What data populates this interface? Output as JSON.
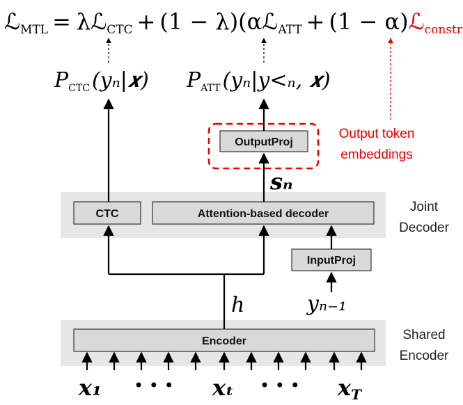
{
  "equation": {
    "lhs_symbol": "ℒ",
    "lhs_sub": "MTL",
    "eq": "=",
    "lambda": "λ",
    "term1_symbol": "ℒ",
    "term1_sub": "CTC",
    "plus1": "+",
    "one_minus_lambda": "(1 − λ)",
    "open_paren_alpha": "(α",
    "term2_symbol": "ℒ",
    "term2_sub": "ATT",
    "plus2": "+",
    "one_minus_alpha": "(1 − α)",
    "term3_symbol": "ℒ",
    "term3_sub": "constraint",
    "close_paren": ")"
  },
  "outputs": {
    "ctc_P": "P",
    "ctc_sub": "CTC",
    "ctc_args": "(yₙ|𝒙)",
    "att_P": "P",
    "att_sub": "ATT",
    "att_args": "(yₙ|y<ₙ, 𝒙)"
  },
  "boxes": {
    "output_proj": "OutputProj",
    "ctc": "CTC",
    "attention_decoder": "Attention-based decoder",
    "input_proj": "InputProj",
    "encoder": "Encoder"
  },
  "annotations": {
    "output_token_line1": "Output token",
    "output_token_line2": "embeddings",
    "joint_line1": "Joint",
    "joint_line2": "Decoder",
    "shared_line1": "Shared",
    "shared_line2": "Encoder"
  },
  "symbols": {
    "s_n": "sₙ",
    "h": "h",
    "y_prev": "yₙ₋₁",
    "x1": "x₁",
    "xt": "xₜ",
    "xT": "x_T",
    "dots": "• • •"
  },
  "colors": {
    "red": "#e60000",
    "band_gray": "#e6e6e6",
    "box_gray": "#d9d9d9",
    "stroke": "#333333"
  }
}
